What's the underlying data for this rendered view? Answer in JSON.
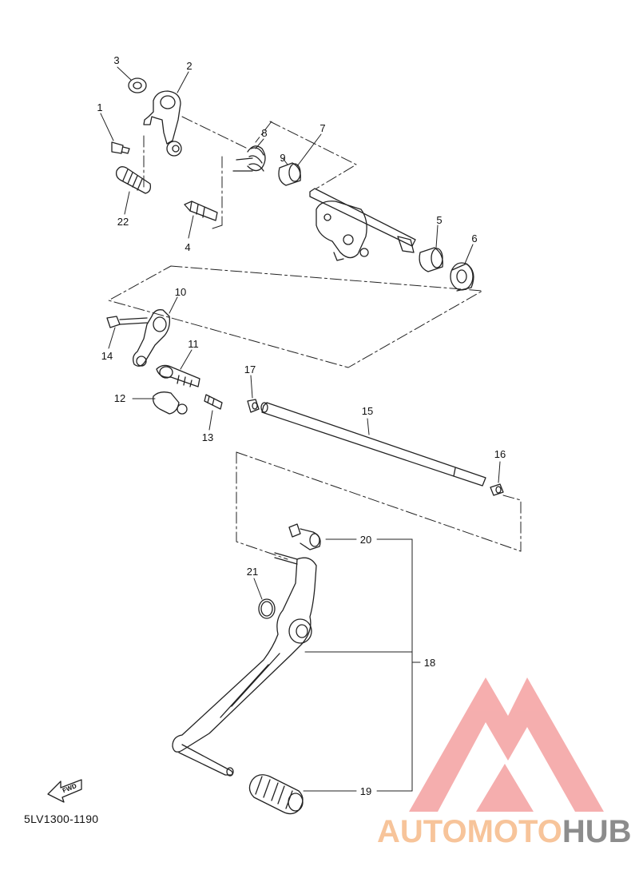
{
  "diagram": {
    "callouts": [
      "1",
      "2",
      "3",
      "4",
      "5",
      "6",
      "7",
      "8",
      "9",
      "10",
      "11",
      "12",
      "13",
      "14",
      "15",
      "16",
      "17",
      "18",
      "19",
      "20",
      "21",
      "22"
    ],
    "part_code": "5LV1300-1190",
    "fwd_label": "FWD"
  },
  "watermark": {
    "brand_part1": "AUTOMOTO",
    "brand_part2": "HUB",
    "colors": {
      "logo": "#f4a0a0",
      "text_light": "#f7c49a",
      "text_gray": "#8c8c8c"
    }
  }
}
